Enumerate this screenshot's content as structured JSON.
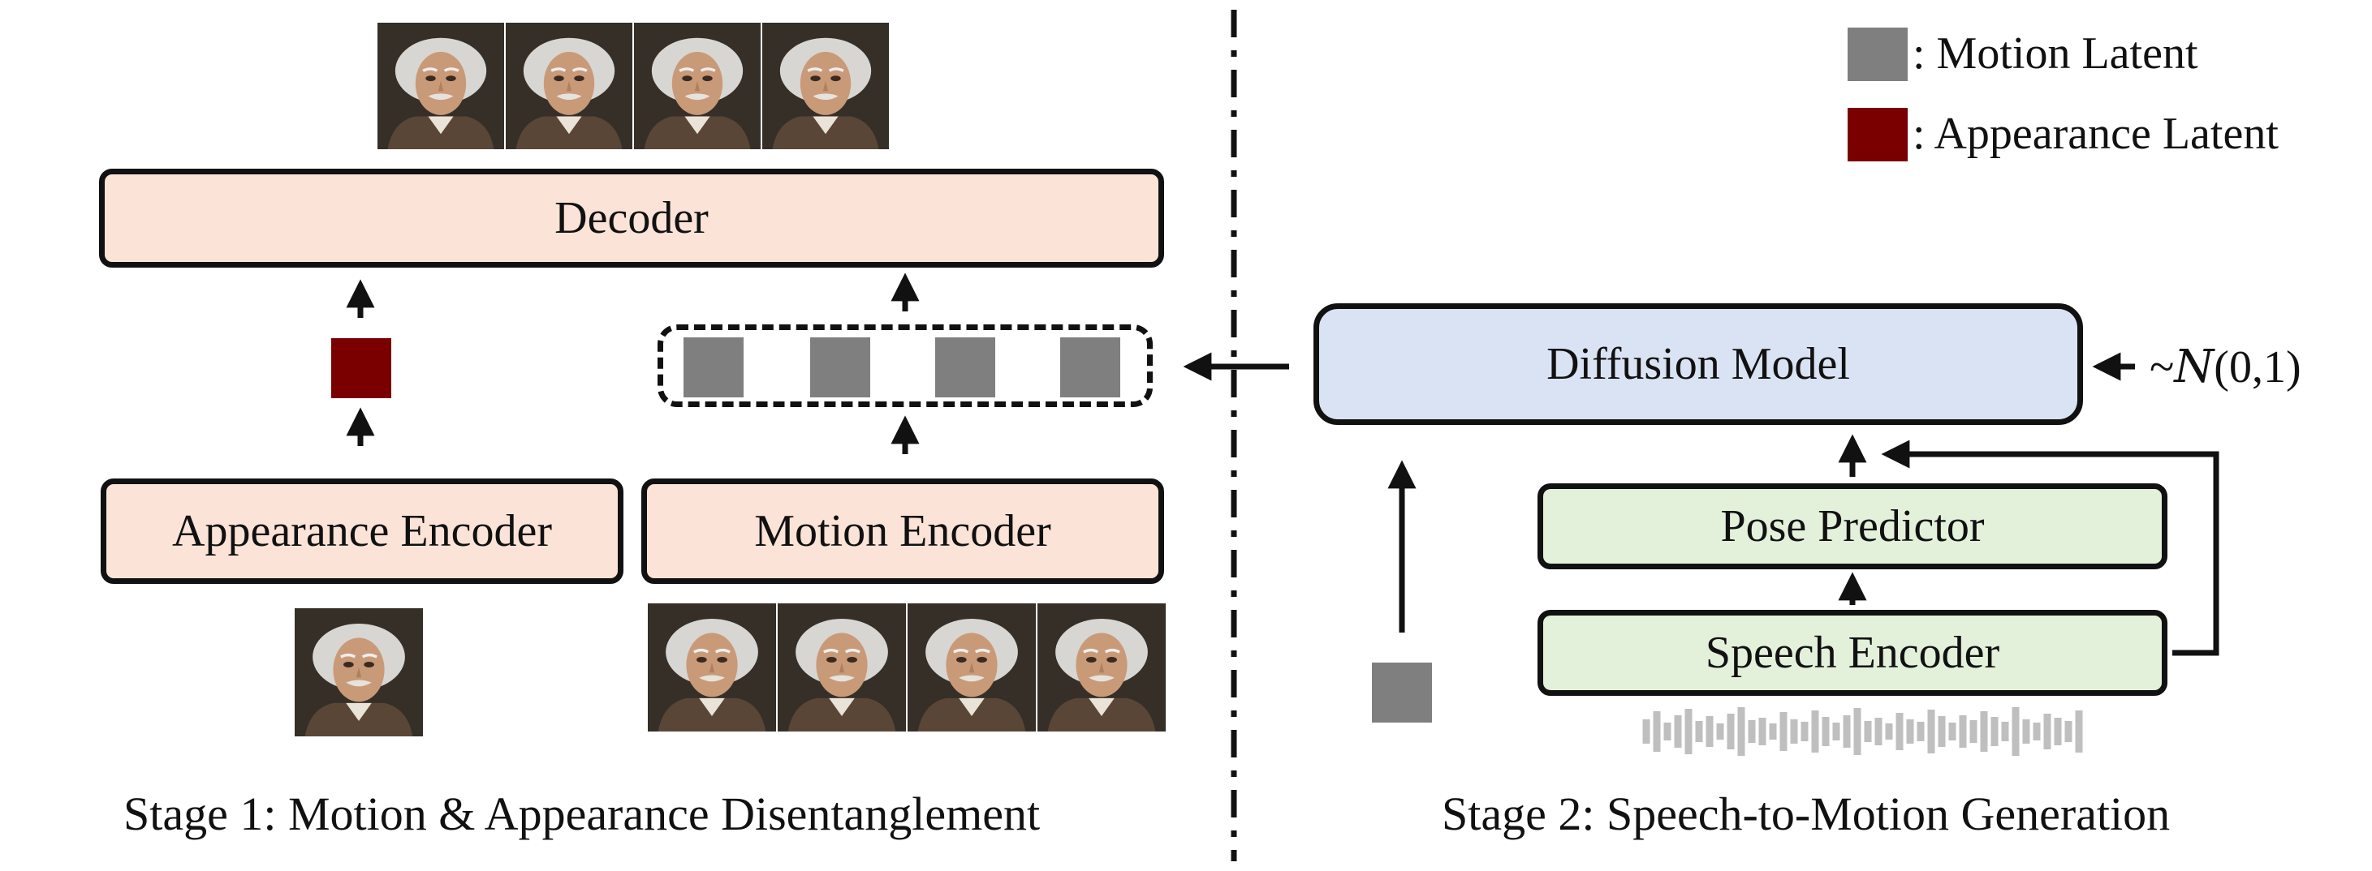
{
  "stage1": {
    "decoder_label": "Decoder",
    "appearance_encoder_label": "Appearance Encoder",
    "motion_encoder_label": "Motion Encoder",
    "caption": "Stage 1: Motion & Appearance Disentanglement",
    "decoded_frames": 4,
    "input_motion_frames": 4,
    "motion_latents": 4
  },
  "stage2": {
    "diffusion_label": "Diffusion Model",
    "pose_predictor_label": "Pose Predictor",
    "speech_encoder_label": "Speech Encoder",
    "noise_prefix": "~",
    "noise_symbol": "N",
    "noise_args": "(0,1)",
    "caption": "Stage 2: Speech-to-Motion Generation"
  },
  "legend": {
    "motion_latent_label": ": Motion Latent",
    "appearance_latent_label": ": Appearance Latent",
    "motion_color": "#7f7f7f",
    "appearance_color": "#7a0000"
  },
  "icons": [
    "portrait-image",
    "audio-waveform-icon",
    "arrow-icon"
  ]
}
